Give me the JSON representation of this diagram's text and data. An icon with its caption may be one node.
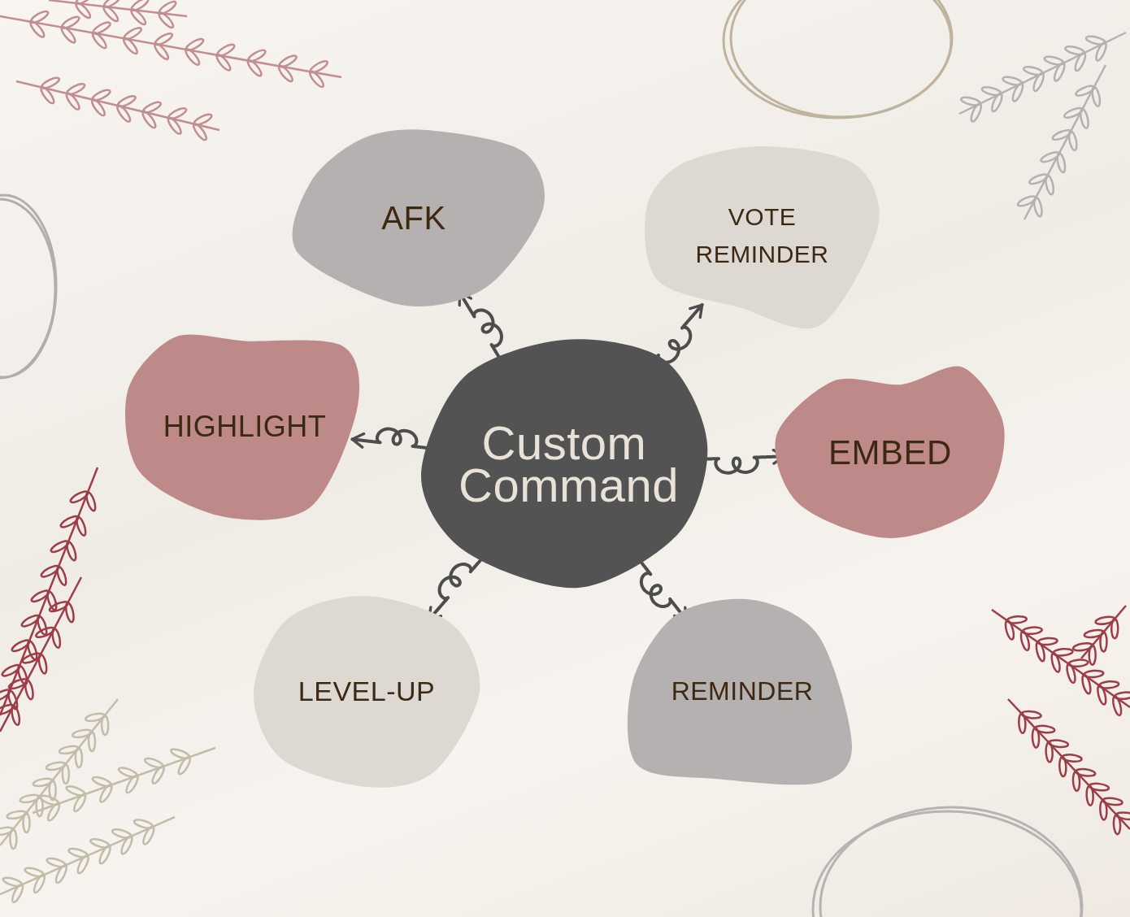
{
  "diagram": {
    "nodes": [
      {
        "text": [
          "Custom Command"
        ]
      },
      {
        "text": [
          "AFK"
        ]
      },
      {
        "text": [
          "VOTE REMINDER"
        ]
      },
      {
        "text": [
          "HIGHLIGHT"
        ]
      },
      {
        "text": [
          "EMBED"
        ]
      },
      {
        "text": [
          "LEVEL-UP"
        ]
      },
      {
        "text": [
          "REMINDER"
        ]
      }
    ],
    "edges": [
      {
        "from": 0,
        "to": 1,
        "arrow": "to"
      },
      {
        "from": 0,
        "to": 2,
        "arrow": "to"
      },
      {
        "from": 0,
        "to": 3,
        "arrow": "to"
      },
      {
        "from": 0,
        "to": 4,
        "arrow": "to"
      },
      {
        "from": 0,
        "to": 5,
        "arrow": "to"
      },
      {
        "from": 0,
        "to": 6,
        "arrow": "to"
      }
    ]
  }
}
